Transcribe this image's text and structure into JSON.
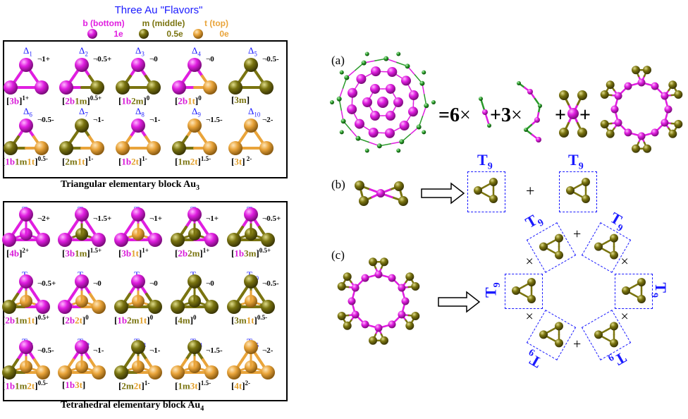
{
  "header": {
    "title": "Three Au \"Flavors\"",
    "flavors": [
      {
        "label": "b (bottom)",
        "electrons": "1e",
        "color": "#e01ee0"
      },
      {
        "label": "m (middle)",
        "electrons": "0.5e",
        "color": "#7a7410"
      },
      {
        "label": "t (top)",
        "electrons": "0e",
        "color": "#e9a43a"
      }
    ]
  },
  "triangular": {
    "caption_text": "Triangular elementary block Au",
    "caption_sub": "3",
    "items": [
      {
        "id": "Δ",
        "n": "1",
        "charge": "1+",
        "parts": [
          [
            "3b",
            "mag"
          ]
        ],
        "sup": "1+"
      },
      {
        "id": "Δ",
        "n": "2",
        "charge": "0.5+",
        "parts": [
          [
            "2b",
            "mag"
          ],
          [
            "1m",
            "oli"
          ]
        ],
        "sup": "0.5+"
      },
      {
        "id": "Δ",
        "n": "3",
        "charge": "0",
        "parts": [
          [
            "1b",
            "mag"
          ],
          [
            "2m",
            "oli"
          ]
        ],
        "sup": "0"
      },
      {
        "id": "Δ",
        "n": "4",
        "charge": "0",
        "parts": [
          [
            "2b",
            "mag"
          ],
          [
            "1t",
            "gold"
          ]
        ],
        "sup": "0"
      },
      {
        "id": "Δ",
        "n": "5",
        "charge": "0.5-",
        "parts": [
          [
            "3m",
            "oli"
          ]
        ],
        "sup": ""
      },
      {
        "id": "Δ",
        "n": "6",
        "charge": "0.5-",
        "parts": [
          [
            "1b",
            "mag"
          ],
          [
            "1m",
            "oli"
          ],
          [
            "1t",
            "gold"
          ]
        ],
        "sup": "0.5-"
      },
      {
        "id": "Δ",
        "n": "7",
        "charge": "1-",
        "parts": [
          [
            "2m",
            "oli"
          ],
          [
            "1t",
            "gold"
          ]
        ],
        "sup": "1-"
      },
      {
        "id": "Δ",
        "n": "8",
        "charge": "1-",
        "parts": [
          [
            "1b",
            "mag"
          ],
          [
            "2t",
            "gold"
          ]
        ],
        "sup": "1-"
      },
      {
        "id": "Δ",
        "n": "9",
        "charge": "1.5-",
        "parts": [
          [
            "1m",
            "oli"
          ],
          [
            "2t",
            "gold"
          ]
        ],
        "sup": "1.5-"
      },
      {
        "id": "Δ",
        "n": "10",
        "charge": "2-",
        "parts": [
          [
            "3t",
            "gold"
          ]
        ],
        "sup": " 2-"
      }
    ]
  },
  "tetrahedral": {
    "caption_text": "Tetrahedral elementary block Au",
    "caption_sub": "4",
    "items": [
      {
        "id": "T",
        "n": "1",
        "charge": "2+",
        "parts": [
          [
            "4b",
            "mag"
          ]
        ],
        "sup": "2+"
      },
      {
        "id": "T",
        "n": "2",
        "charge": "1.5+",
        "parts": [
          [
            "3b",
            "mag"
          ],
          [
            "1m",
            "oli"
          ]
        ],
        "sup": "1.5+"
      },
      {
        "id": "T",
        "n": "3",
        "charge": "1+",
        "parts": [
          [
            "3b",
            "mag"
          ],
          [
            "1t",
            "gold"
          ]
        ],
        "sup": "1+"
      },
      {
        "id": "T",
        "n": "4",
        "charge": "1+",
        "parts": [
          [
            "2b",
            "mag"
          ],
          [
            "2m",
            "oli"
          ]
        ],
        "sup": "1+"
      },
      {
        "id": "T",
        "n": "5",
        "charge": "0.5+",
        "parts": [
          [
            "1b",
            "mag"
          ],
          [
            "3m",
            "oli"
          ]
        ],
        "sup": "0.5+"
      },
      {
        "id": "T",
        "n": "6",
        "charge": "0.5+",
        "parts": [
          [
            "2b",
            "mag"
          ],
          [
            "1m",
            "oli"
          ],
          [
            "1t",
            "gold"
          ]
        ],
        "sup": "0.5+"
      },
      {
        "id": "T",
        "n": "7",
        "charge": "0",
        "parts": [
          [
            "2b",
            "mag"
          ],
          [
            "2t",
            "gold"
          ]
        ],
        "sup": "0"
      },
      {
        "id": "T",
        "n": "8",
        "charge": "0",
        "parts": [
          [
            "1b",
            "mag"
          ],
          [
            "2m",
            "oli"
          ],
          [
            "1t",
            "gold"
          ]
        ],
        "sup": "0"
      },
      {
        "id": "T",
        "n": "9",
        "charge": "0",
        "parts": [
          [
            "4m",
            "oli"
          ]
        ],
        "sup": "0"
      },
      {
        "id": "T",
        "n": "10",
        "charge": "0.5-",
        "parts": [
          [
            "3m",
            "oli"
          ],
          [
            "1t",
            "gold"
          ]
        ],
        "sup": "0.5-"
      },
      {
        "id": "T",
        "n": "11",
        "charge": "0.5-",
        "parts": [
          [
            "1b",
            "mag"
          ],
          [
            "1m",
            "oli"
          ],
          [
            "2t",
            "gold"
          ]
        ],
        "sup": "0.5-"
      },
      {
        "id": "T",
        "n": "12",
        "charge": "1-",
        "parts": [
          [
            "1b",
            "mag"
          ],
          [
            "3t",
            "gold"
          ]
        ],
        "sup": ""
      },
      {
        "id": "T",
        "n": "13",
        "charge": "1-",
        "parts": [
          [
            "2m",
            "oli"
          ],
          [
            "2t",
            "gold"
          ]
        ],
        "sup": "1-"
      },
      {
        "id": "T",
        "n": "14",
        "charge": "1.5-",
        "parts": [
          [
            "1m",
            "oli"
          ],
          [
            "3t",
            "gold"
          ]
        ],
        "sup": "1.5-"
      },
      {
        "id": "T",
        "n": "15",
        "charge": "2-",
        "parts": [
          [
            "4t",
            "gold"
          ]
        ],
        "sup": "2-"
      }
    ]
  },
  "right": {
    "panel_a": "(a)",
    "panel_b": "(b)",
    "panel_c": "(c)",
    "eq_equals": "=",
    "eq_six": "6",
    "eq_three": "3",
    "eq_times": "×",
    "eq_plus": "+",
    "t9_letter": "T",
    "t9_sub": "9"
  },
  "colors": {
    "magenta": "#e01ee0",
    "olive": "#7a7410",
    "gold": "#e9a43a",
    "blue": "#1a1aff"
  }
}
